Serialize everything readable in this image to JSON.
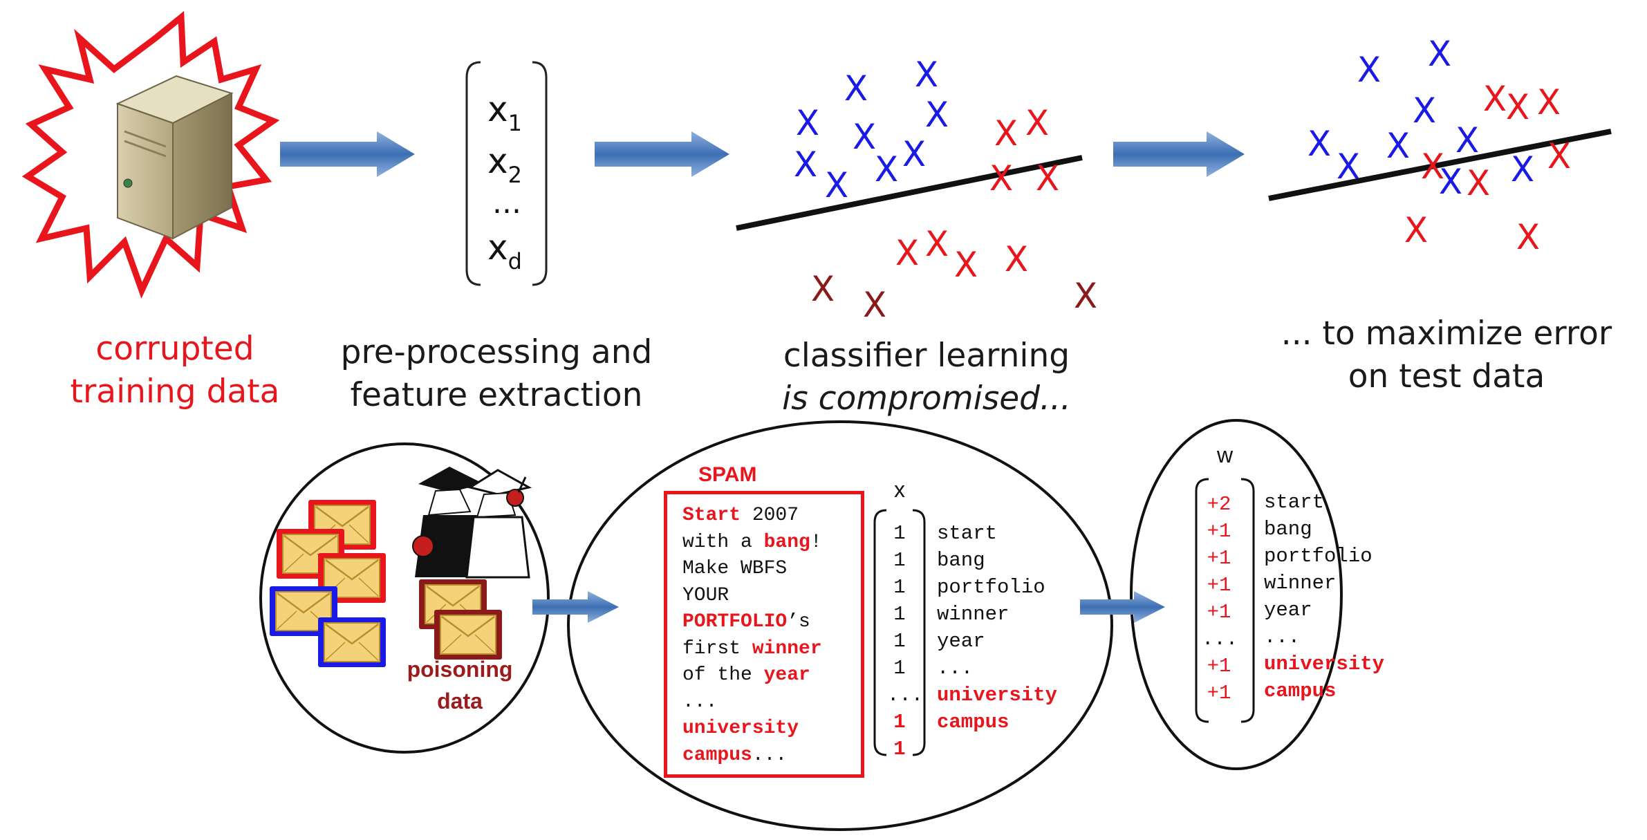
{
  "stages": {
    "corrupted": {
      "line1": "corrupted",
      "line2": "training data"
    },
    "preprocess": {
      "line1": "pre-processing and",
      "line2": "feature extraction"
    },
    "learning": {
      "line1": "classifier learning",
      "line2": "is compromised..."
    },
    "maximize": {
      "line1": "... to maximize error",
      "line2": "on test data"
    }
  },
  "feature_vector": {
    "x": "x",
    "s1": "1",
    "s2": "2",
    "dots": "...",
    "sd": "d"
  },
  "poisoning": {
    "line1": "poisoning",
    "line2": "data"
  },
  "spam": {
    "title": "SPAM",
    "lines": [
      [
        {
          "t": "Start",
          "h": true
        },
        {
          "t": " 2007",
          "h": false
        }
      ],
      [
        {
          "t": "with a ",
          "h": false
        },
        {
          "t": "bang",
          "h": true
        },
        {
          "t": "!",
          "h": false
        }
      ],
      [
        {
          "t": "Make WBFS",
          "h": false
        }
      ],
      [
        {
          "t": "YOUR",
          "h": false
        }
      ],
      [
        {
          "t": "PORTFOLIO",
          "h": true
        },
        {
          "t": "’s",
          "h": false
        }
      ],
      [
        {
          "t": "first ",
          "h": false
        },
        {
          "t": "winner",
          "h": true
        }
      ],
      [
        {
          "t": "of the ",
          "h": false
        },
        {
          "t": "year",
          "h": true
        }
      ],
      [
        {
          "t": "...",
          "h": false
        }
      ],
      [
        {
          "t": "university",
          "h": true
        }
      ],
      [
        {
          "t": "campus",
          "h": true
        },
        {
          "t": "...",
          "h": false
        }
      ]
    ]
  },
  "x_vector": {
    "label": "x",
    "values": [
      "1",
      "1",
      "1",
      "1",
      "1",
      "1",
      "...",
      "1",
      "1"
    ],
    "words": [
      "start",
      "bang",
      "portfolio",
      "winner",
      "year",
      "...",
      "university",
      "campus"
    ]
  },
  "w_vector": {
    "label": "w",
    "values": [
      "+2",
      "+1",
      "+1",
      "+1",
      "+1",
      "...",
      "+1",
      "+1"
    ],
    "words": [
      "start",
      "bang",
      "portfolio",
      "winner",
      "year",
      "...",
      "university",
      "campus"
    ]
  },
  "colors": {
    "blue": "#1a1ae6",
    "red": "#e8161c",
    "darkred": "#8b1a1a",
    "arrow": "#3d6fb3"
  }
}
